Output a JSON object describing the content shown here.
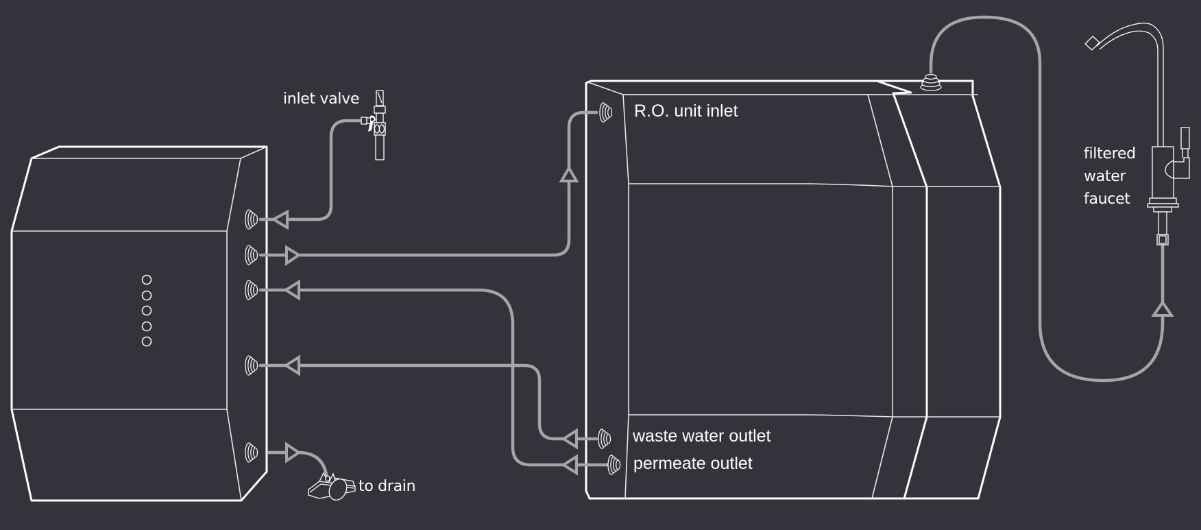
{
  "diagram": {
    "title": "Reverse osmosis water filter installation",
    "colors": {
      "background": "#35323b",
      "outline": "#ffffff",
      "tube": "#a6a3a9"
    },
    "labels": {
      "inlet_valve": "inlet valve",
      "to_drain": "to drain",
      "ro_unit_inlet": "R.O. unit inlet",
      "waste_water_outlet": "waste water outlet",
      "permeate_outlet": "permeate outlet",
      "faucet_line1": "filtered",
      "faucet_line2": "water",
      "faucet_line3": "faucet"
    },
    "components": [
      {
        "id": "pump-unit",
        "name": "booster pump / controller unit",
        "indicator_leds": 5,
        "ports": 5
      },
      {
        "id": "ro-unit",
        "name": "R.O. unit",
        "side_ports": 3,
        "top_ports": 1
      },
      {
        "id": "inlet-valve",
        "name": "inlet valve"
      },
      {
        "id": "drain-saddle",
        "name": "drain saddle clamp"
      },
      {
        "id": "faucet",
        "name": "filtered water faucet"
      }
    ],
    "connections": [
      {
        "from": "inlet-valve",
        "to": "pump-unit port 1",
        "direction": "into pump"
      },
      {
        "from": "pump-unit port 2",
        "to": "ro-unit inlet",
        "direction": "out of pump"
      },
      {
        "from": "ro-unit permeate outlet",
        "to": "pump-unit port 3",
        "direction": "into pump"
      },
      {
        "from": "ro-unit waste water outlet",
        "to": "pump-unit port 4",
        "direction": "into pump"
      },
      {
        "from": "pump-unit port 5",
        "to": "drain-saddle",
        "direction": "out of pump"
      },
      {
        "from": "ro-unit top port",
        "to": "faucet",
        "direction": "up to faucet"
      }
    ]
  }
}
